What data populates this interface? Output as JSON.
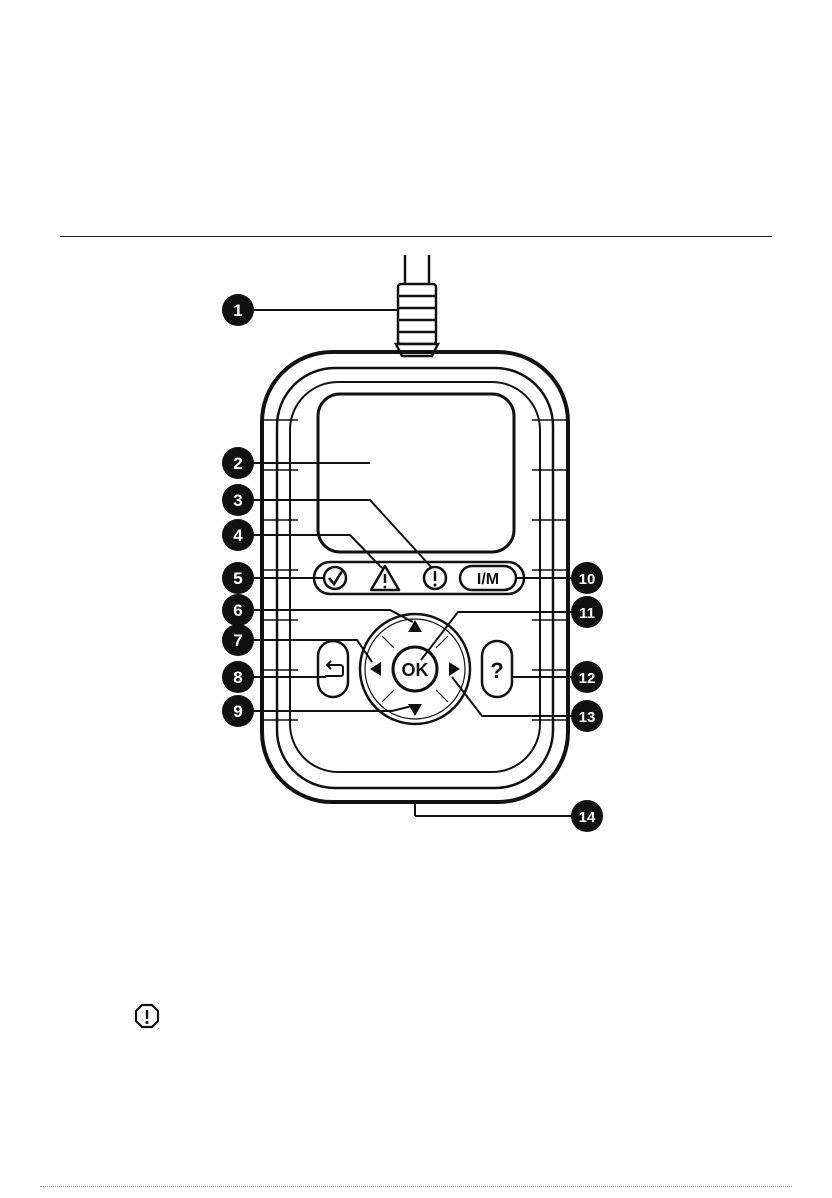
{
  "device": {
    "buttons": {
      "im_label": "I/M",
      "ok_label": "OK",
      "help_label": "?"
    },
    "icons": {
      "readiness": "check-circle-icon",
      "warning": "warning-triangle-icon",
      "dtc": "exclamation-circle-icon",
      "back": "back-arrow-icon",
      "up": "arrow-up-icon",
      "down": "arrow-down-icon",
      "left": "arrow-left-icon",
      "right": "arrow-right-icon"
    }
  },
  "callouts": [
    "1",
    "2",
    "3",
    "4",
    "5",
    "6",
    "7",
    "8",
    "9",
    "10",
    "11",
    "12",
    "13",
    "14"
  ],
  "legend_icon": "exclamation-circle-icon",
  "colors": {
    "ink": "#111111",
    "callout_fill": "#111111",
    "callout_text": "#ffffff"
  }
}
